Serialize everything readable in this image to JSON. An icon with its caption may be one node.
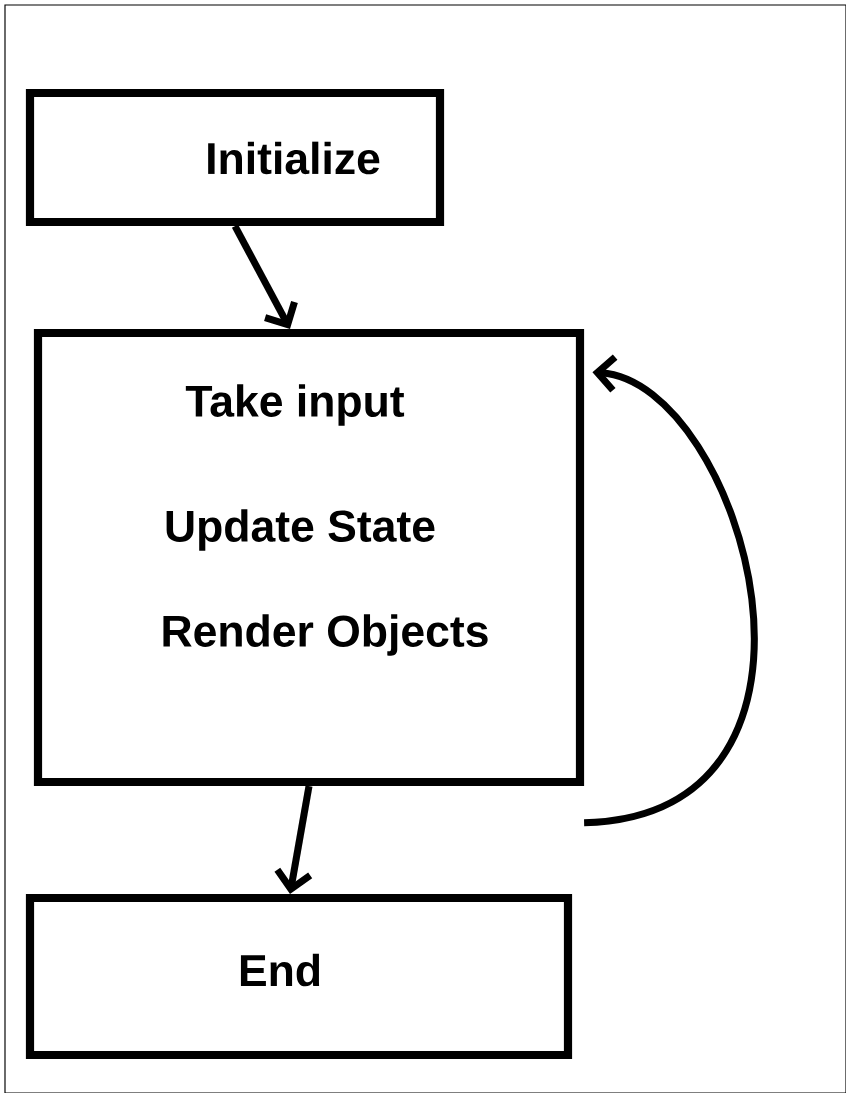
{
  "diagram": {
    "nodes": [
      {
        "text": [
          "Initialize"
        ]
      },
      {
        "text": [
          "Take input",
          "Update State",
          "Render Objects"
        ]
      },
      {
        "text": [
          "End"
        ]
      }
    ],
    "edges": [
      {
        "from": 0,
        "to": 1,
        "arrow": "to"
      },
      {
        "from": 1,
        "to": 1,
        "arrow": "to"
      },
      {
        "from": 1,
        "to": 2,
        "arrow": "to"
      }
    ]
  }
}
